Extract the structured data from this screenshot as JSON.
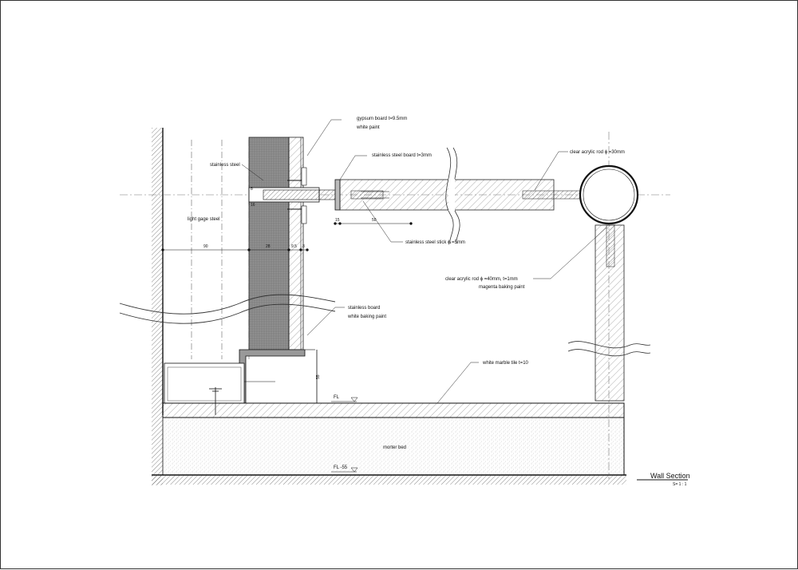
{
  "labels": {
    "gypsum_board": "gypsum board t=9.5mm",
    "white_paint": "white paint",
    "stainless_steel": "stainless steel",
    "light_gage_steel": "light gage steel",
    "stainless_steel_board": "stainless steel board t=3mm",
    "clear_acrylic_rod_30": "clear acrylic rod ϕ =30mm",
    "stainless_steel_stick": "stainless steel stick ϕ =5mm",
    "clear_acrylic_rod_40": "clear acrylic rod ϕ =40mm, t=1mm",
    "magenta_baking_paint": "magenta baking paint",
    "stainless_board": "stainless board",
    "white_baking_paint": "white baking paint",
    "white_marble_tile": "white marble tile t=10",
    "morter_bed": "morter bed",
    "fl": "FL",
    "fl_minus": "FL -55"
  },
  "dimensions": {
    "d90": "90",
    "d28": "28",
    "d9_5": "9.5",
    "d3": "3",
    "d50": "50",
    "d15": "15",
    "d8": "8",
    "d16": "16",
    "d55": "55"
  },
  "title_block": {
    "title": "Wall Section",
    "scale": "S= 1 : 1"
  }
}
